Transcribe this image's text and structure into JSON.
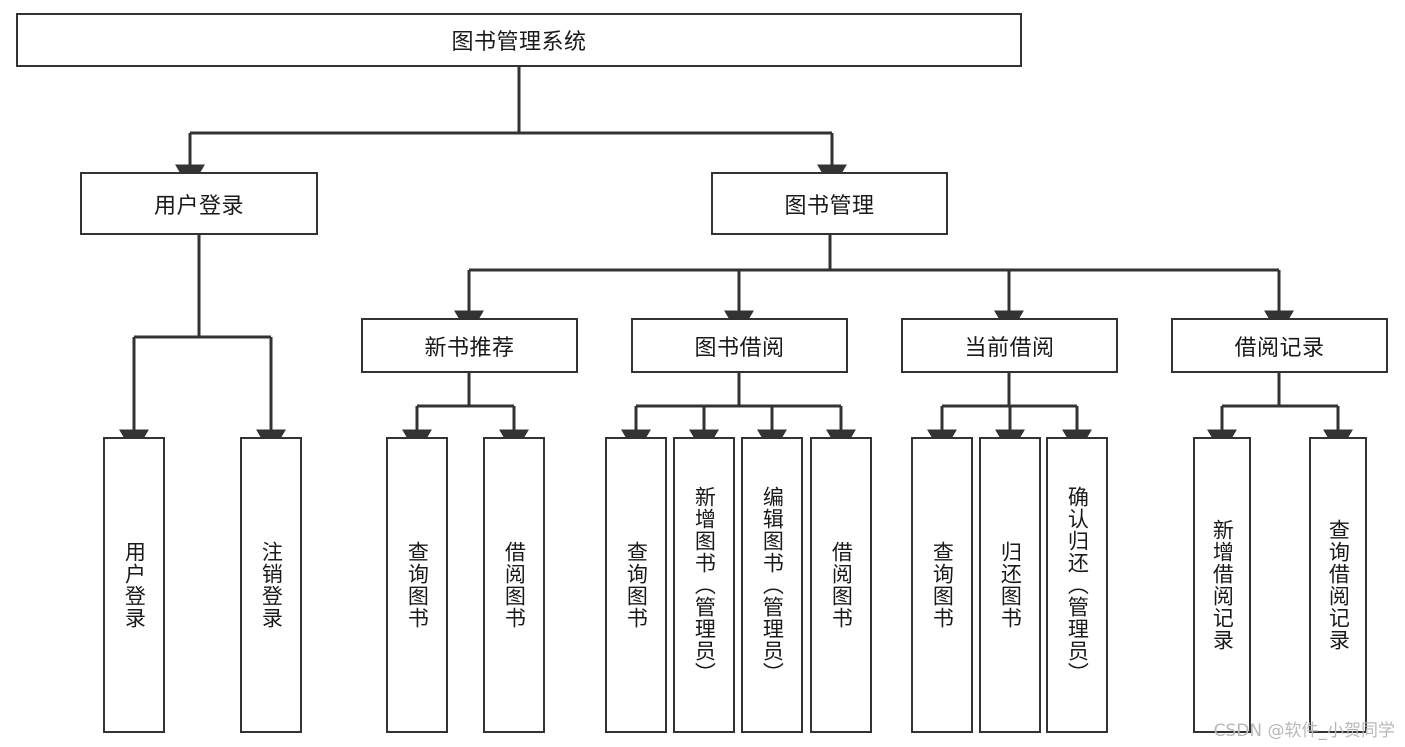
{
  "diagram": {
    "title": "图书管理系统",
    "type": "hierarchy-tree",
    "root": {
      "label": "图书管理系统"
    },
    "level2": [
      {
        "label": "用户登录"
      },
      {
        "label": "图书管理"
      }
    ],
    "level3": [
      {
        "label": "新书推荐"
      },
      {
        "label": "图书借阅"
      },
      {
        "label": "当前借阅"
      },
      {
        "label": "借阅记录"
      }
    ],
    "leaves": {
      "user_login": [
        {
          "label": "用户登录"
        },
        {
          "label": "注销登录"
        }
      ],
      "new_book_recommend": [
        {
          "label": "查询图书"
        },
        {
          "label": "借阅图书"
        }
      ],
      "book_borrow": [
        {
          "label": "查询图书"
        },
        {
          "label": "新增图书（管理员）"
        },
        {
          "label": "编辑图书（管理员）"
        },
        {
          "label": "借阅图书"
        }
      ],
      "current_borrow": [
        {
          "label": "查询图书"
        },
        {
          "label": "归还图书"
        },
        {
          "label": "确认归还（管理员）"
        }
      ],
      "borrow_record": [
        {
          "label": "新增借阅记录"
        },
        {
          "label": "查询借阅记录"
        }
      ]
    }
  },
  "watermark": "CSDN @软件_小贺同学",
  "colors": {
    "border": "#333333",
    "background": "#ffffff",
    "text": "#1a1a1a",
    "watermark": "#b8b8b8"
  }
}
